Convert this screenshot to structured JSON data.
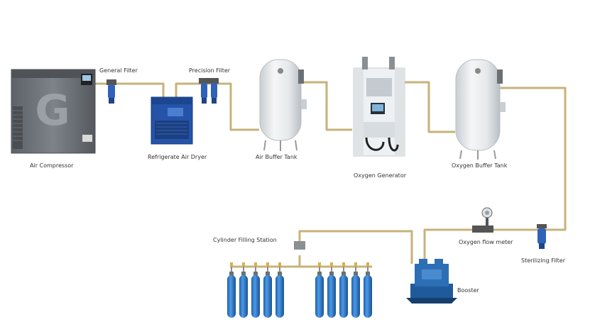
{
  "labels": {
    "general_filter": "General Filter",
    "precision_filter": "Precision Filter",
    "air_compressor": "Air Compressor",
    "refrigerate_air_dryer": "Refrigerate Air Dryer",
    "air_buffer_tank": "Air Buffer Tank",
    "oxygen_generator": "Oxygen Generator",
    "oxygen_buffer_tank": "Oxygen Buffer Tank",
    "cylinder_filling_station": "Cylinder Filling Station",
    "oxygen_flow_meter": "Oxygen flow meter",
    "sterilizing_filter": "Sterilizing Filter",
    "booster": "Booster"
  },
  "compressor_logo": "G",
  "colors": {
    "pipe": "#c8b27a",
    "compressor": "#6d7278",
    "dryer": "#2553a8",
    "tank": "#e9ecee",
    "filter": "#2f62b8",
    "cylinder": "#2f7fd3",
    "booster": "#2c6fb5"
  },
  "cylinder_count": {
    "left_group": 5,
    "right_group": 5
  }
}
